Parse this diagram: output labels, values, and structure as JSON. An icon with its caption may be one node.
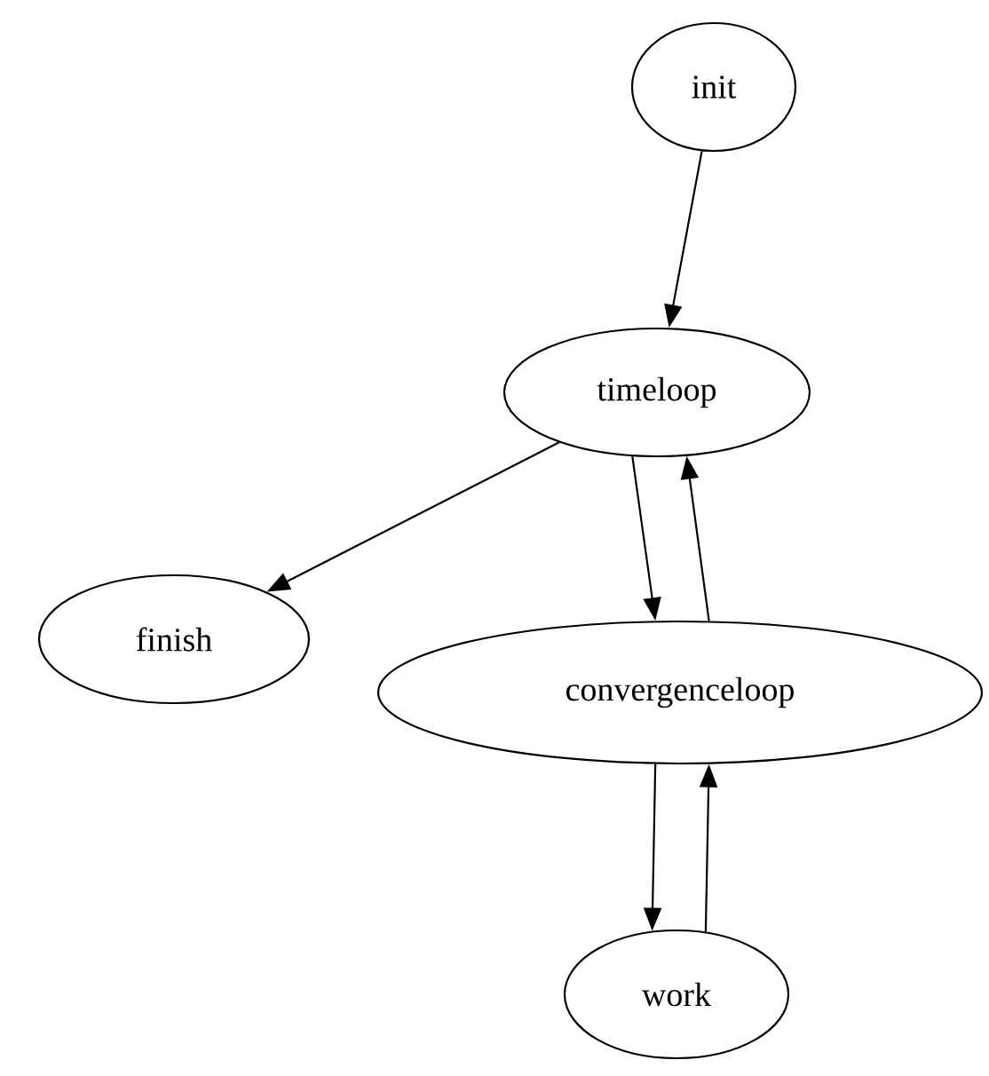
{
  "diagram": {
    "nodes": [
      {
        "text": [
          "init"
        ]
      },
      {
        "text": [
          "timeloop"
        ]
      },
      {
        "text": [
          "finish"
        ]
      },
      {
        "text": [
          "convergenceloop"
        ]
      },
      {
        "text": [
          "work"
        ]
      }
    ],
    "edges": [
      {
        "from": 0,
        "to": 1,
        "arrow": "to"
      },
      {
        "from": 1,
        "to": 2,
        "arrow": "to"
      },
      {
        "from": 1,
        "to": 3,
        "arrow": "to"
      },
      {
        "from": 3,
        "to": 1,
        "arrow": "to"
      },
      {
        "from": 3,
        "to": 4,
        "arrow": "to"
      },
      {
        "from": 4,
        "to": 3,
        "arrow": "to"
      }
    ]
  }
}
